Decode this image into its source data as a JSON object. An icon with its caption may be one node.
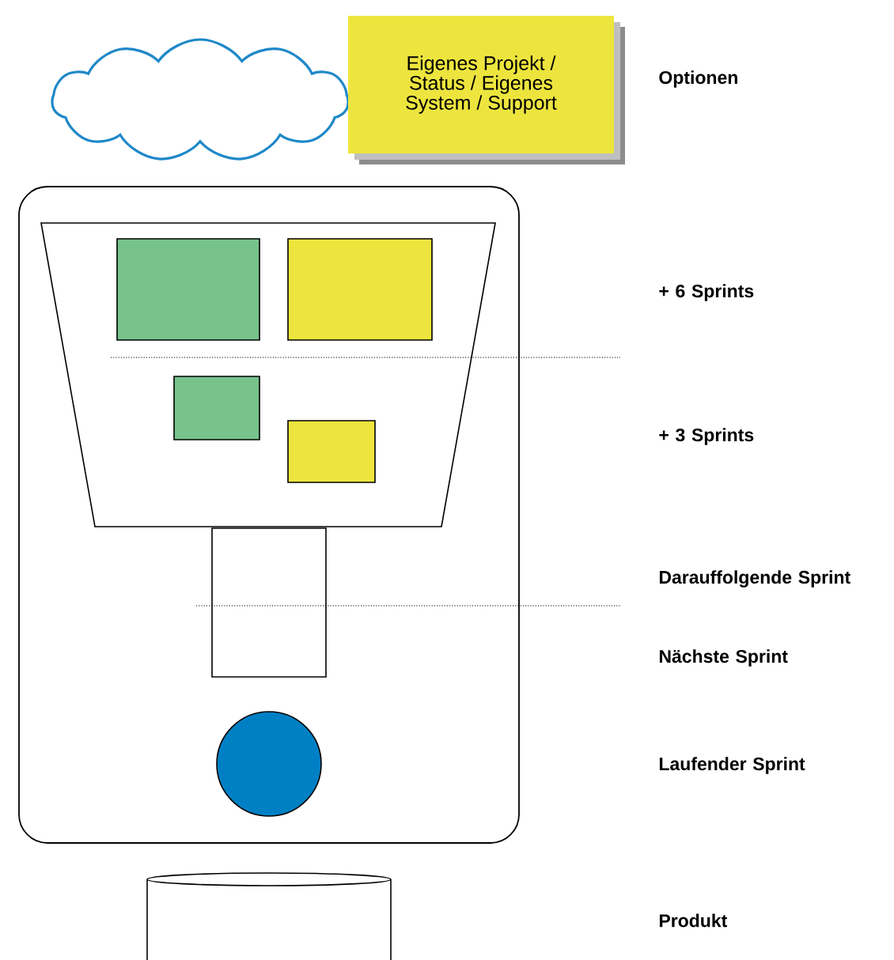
{
  "diagram": {
    "nodes": [
      {
        "text": [],
        "shape": "cloud"
      },
      {
        "text": [
          "Eigenes Projekt / Status / Eigenes System / Support"
        ]
      },
      {
        "text": [],
        "shape": "box"
      },
      {
        "text": [],
        "shape": "box",
        "in": 2
      },
      {
        "text": [],
        "shape": "box",
        "in": 3
      },
      {
        "text": [],
        "shape": "box",
        "in": 3
      },
      {
        "text": [],
        "shape": "box",
        "in": 3
      },
      {
        "text": [],
        "shape": "box",
        "in": 3
      },
      {
        "text": [],
        "shape": "box",
        "in": 2
      },
      {
        "text": [],
        "shape": "circle",
        "in": 2
      },
      {
        "text": [],
        "shape": "cylinder"
      }
    ],
    "labels": [
      "Optionen",
      "+ 6 Sprints",
      "+ 3 Sprints",
      "Darauffolgende Sprint",
      "Nächste Sprint",
      "Laufender Sprint",
      "Produkt"
    ]
  }
}
